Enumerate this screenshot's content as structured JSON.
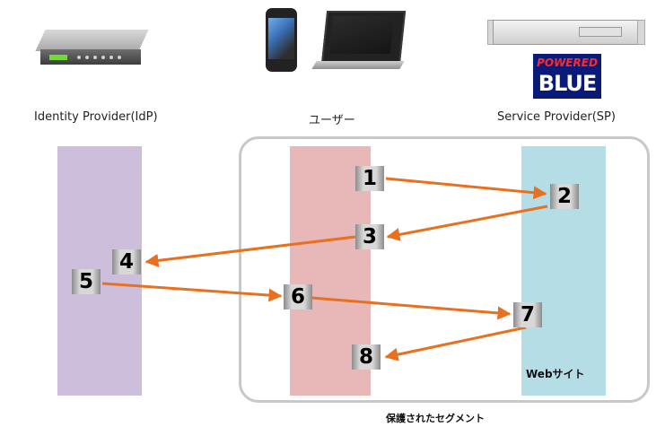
{
  "actors": {
    "idp": {
      "label": "Identity Provider(IdP)"
    },
    "user": {
      "label": "ユーザー"
    },
    "sp": {
      "label": "Service Provider(SP)"
    }
  },
  "logo": {
    "line1": "POWERED",
    "line2": "BLUE"
  },
  "segment": {
    "label": "保護されたセグメント"
  },
  "web_site_label": "Webサイト",
  "steps": [
    "1",
    "2",
    "3",
    "4",
    "5",
    "6",
    "7",
    "8"
  ],
  "colors": {
    "arrow": "#e8711f",
    "idp_lane": "#cdbfdc",
    "user_lane": "#e8b7b8",
    "sp_lane": "#b5dde6"
  },
  "icons": {
    "idp": "network-appliance-icon",
    "user": "smartphone-laptop-icon",
    "sp": "rack-server-icon"
  }
}
